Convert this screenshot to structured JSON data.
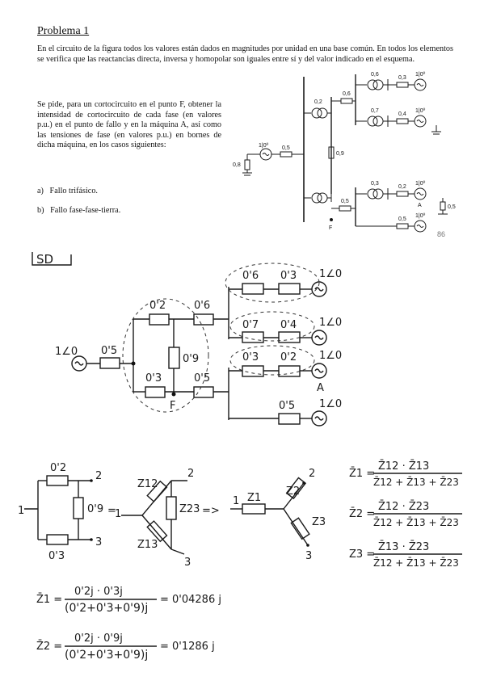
{
  "title": "Problema 1",
  "intro": "En el circuito de la figura todos los valores están dados en magnitudes por unidad en una base común. En todos los elementos se verifica que las reactancias directa, inversa y homopolar son iguales entre sí y del valor indicado en el esquema.",
  "task": "Se pide, para un cortocircuito en el punto F, obtener la intensidad de cortocircuito de cada fase (en valores p.u.) en el punto de fallo y en la máquina A, así como las tensiones de fase (en valores p.u.) en bornes de dicha máquina, en los casos siguientes:",
  "cases": [
    "a)   Fallo trifásico.",
    "b)   Fallo fase-fase-tierra."
  ],
  "page_number": "86",
  "schematic": {
    "labels": [
      "0,6",
      "0,3",
      "1|0º",
      "0,2",
      "0,6",
      "0,7",
      "0,4",
      "1|0º",
      "1|0º",
      "0,5",
      "0,8",
      "0,9",
      "0,3",
      "0,2",
      "1|0º",
      "0,5",
      "A",
      "0,5",
      "1|0º",
      "F",
      "0,5"
    ]
  },
  "handwritten": {
    "sol_label": "SD",
    "circuit_labels": [
      "1∠0",
      "0'5",
      "0'2",
      "0'6",
      "0'6",
      "0'3",
      "1∠0",
      "0'9",
      "0'7",
      "0'4",
      "1∠0",
      "0'3",
      "0'5",
      "0'3",
      "0'2",
      "1∠0",
      "A",
      "F",
      "0'5",
      "1∠0"
    ],
    "delta_labels": [
      "1",
      "0'2",
      "2",
      "0'9",
      "3",
      "0'3"
    ],
    "eq_sign": "=",
    "arrow": "=>",
    "tri_labels": [
      "1",
      "Z12",
      "2",
      "Z23",
      "Z13",
      "3"
    ],
    "star_labels": [
      "1",
      "Z1",
      "2",
      "Z2",
      "Z3",
      "3"
    ],
    "formulas": [
      {
        "lhs": "Z̄1 =",
        "num": "Z̄12 · Z̄13",
        "den": "Z̄12 + Z̄13 + Z̄23"
      },
      {
        "lhs": "Z̄2 =",
        "num": "Z̄12 · Z̄23",
        "den": "Z̄12 + Z̄13 + Z̄23"
      },
      {
        "lhs": "Z3 =",
        "num": "Z̄13 · Z̄23",
        "den": "Z̄12 + Z̄13 + Z̄23"
      }
    ],
    "calcs": [
      {
        "lhs": "Z̄1 =",
        "num": "0'2j · 0'3j",
        "den": "(0'2+0'3+0'9)j",
        "result": "= 0'04286 j"
      },
      {
        "lhs": "Z̄2 =",
        "num": "0'2j · 0'9j",
        "den": "(0'2+0'3+0'9)j",
        "result": "= 0'1286 j"
      }
    ]
  }
}
